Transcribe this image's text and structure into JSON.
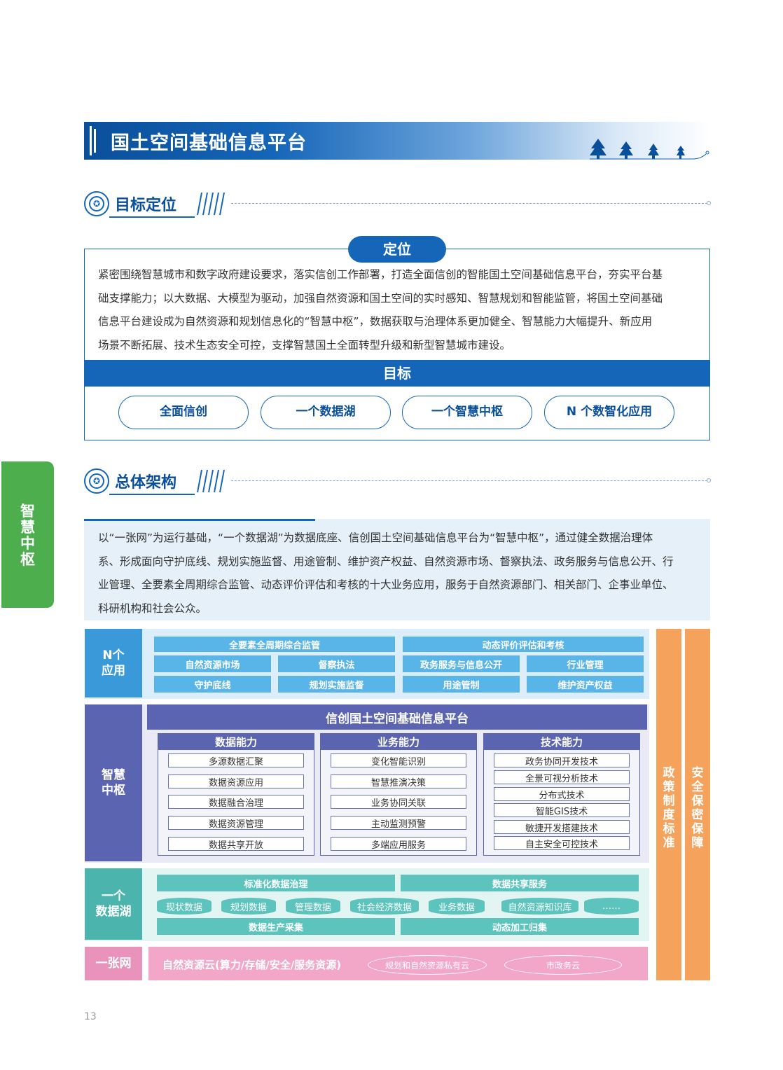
{
  "banner": {
    "title": "国土空间基础信息平台"
  },
  "section1": {
    "title": "目标定位"
  },
  "positioning": {
    "label": "定位",
    "lines": [
      "紧密围绕智慧城市和数字政府建设要求，落实信创工作部署，打造全面信创的智能国土空间基础信息平台，夯实平台基",
      "础支撑能力；以大数据、大模型为驱动，加强自然资源和国土空间的实时感知、智慧规划和智能监管，将国土空间基础",
      "信息平台建设成为自然资源和规划信息化的“智慧中枢”，数据获取与治理体系更加健全、智慧能力大幅提升、新应用",
      "场景不断拓展、技术生态安全可控，支撑智慧国土全面转型升级和新型智慧城市建设。"
    ]
  },
  "goals": {
    "label": "目标",
    "items": [
      "全面信创",
      "一个数据湖",
      "一个智慧中枢",
      "N 个数智化应用"
    ]
  },
  "side_tab": {
    "text": "智慧中枢"
  },
  "section2": {
    "title": "总体架构"
  },
  "architecture": {
    "lines": [
      "以“一张网”为运行基础，“一个数据湖”为数据底座、信创国土空间基础信息平台为“智慧中枢”，通过健全数据治理体",
      "系、形成面向守护底线、规划实施监督、用途管制、维护资产权益、自然资源市场、督察执法、政务服务与信息公开、行",
      "业管理、全要素全周期综合监管、动态评价评估和考核的十大业务应用，服务于自然资源部门、相关部门、企事业单位、",
      "科研机构和社会公众。"
    ]
  },
  "diagram": {
    "apps": {
      "label_1": "N个",
      "label_2": "应用",
      "row1": [
        "全要素全周期综合监管",
        "动态评价评估和考核"
      ],
      "row2": [
        "自然资源市场",
        "督察执法",
        "政务服务与信息公开",
        "行业管理"
      ],
      "row3": [
        "守护底线",
        "规划实施监督",
        "用途管制",
        "维护资产权益"
      ]
    },
    "hub": {
      "label_1": "智慧",
      "label_2": "中枢",
      "platform": "信创国土空间基础信息平台",
      "columns": [
        {
          "title": "数据能力",
          "items": [
            "多源数据汇聚",
            "数据资源应用",
            "数据融合治理",
            "数据资源管理",
            "数据共享开放"
          ]
        },
        {
          "title": "业务能力",
          "items": [
            "变化智能识别",
            "智慧推演决策",
            "业务协同关联",
            "主动监测预警",
            "多端应用服务"
          ]
        },
        {
          "title": "技术能力",
          "items": [
            "政务协同开发技术",
            "全景可视分析技术",
            "分布式技术",
            "智能GIS技术",
            "敏捷开发搭建技术",
            "自主安全可控技术"
          ]
        }
      ]
    },
    "lake": {
      "label_1": "一个",
      "label_2": "数据湖",
      "top": [
        "标准化数据治理",
        "数据共享服务"
      ],
      "drums": [
        "现状数据",
        "规划数据",
        "管理数据",
        "社会经济数据",
        "业务数据",
        "自然资源知识库",
        "……"
      ],
      "bottom": [
        "数据生产采集",
        "动态加工归集"
      ]
    },
    "net": {
      "label": "一张网",
      "main": "自然资源云(算力/存储/安全/服务资源)",
      "clouds": [
        "规划和自然资源私有云",
        "市政务云"
      ]
    },
    "side1": "政策制度标准",
    "side2": "安全保密保障",
    "colors": {
      "apps": "#59b4e8",
      "apps_label": "#3a9ad9",
      "hub": "#5b64b0",
      "lake": "#5cc4bc",
      "lake_label": "#4bb5ad",
      "net": "#f2a7c9",
      "net_label": "#e992bb",
      "side": "#f5a35c"
    }
  },
  "page_number": "13"
}
